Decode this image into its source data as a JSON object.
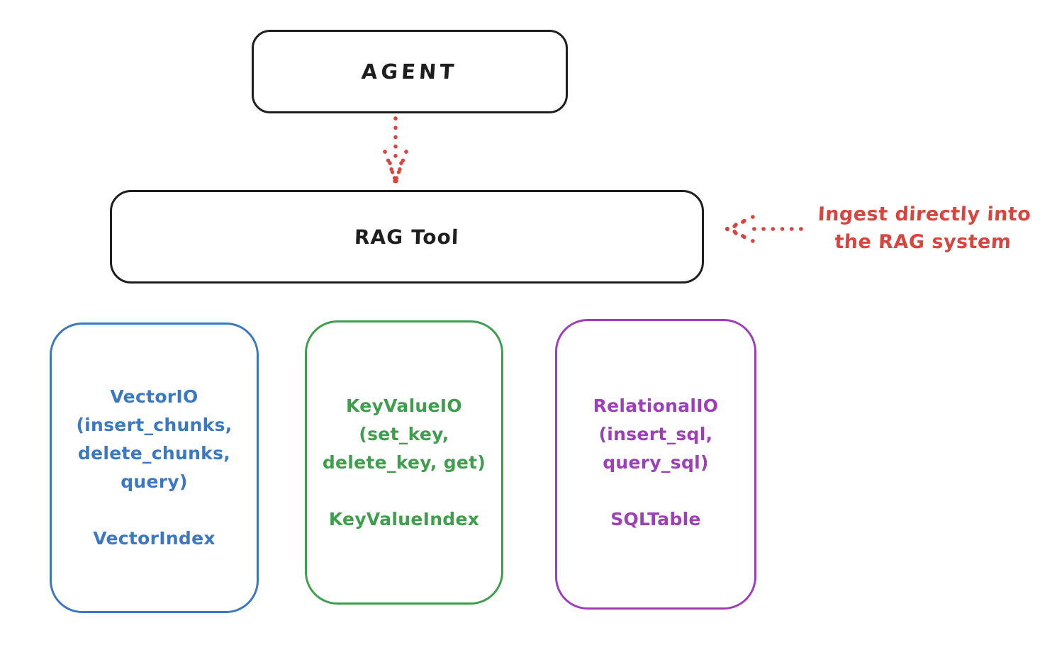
{
  "agent_box": {
    "label": "AGENT"
  },
  "rag_tool_box": {
    "label": "RAG Tool"
  },
  "annotation": {
    "line1": "Ingest directly into",
    "line2": "the RAG system"
  },
  "arrows": [
    {
      "name": "agent-to-rag-tool",
      "style": "dotted",
      "direction": "down",
      "color": "#d6453f"
    },
    {
      "name": "ingest-into-rag",
      "style": "dotted",
      "direction": "left",
      "color": "#d6453f"
    }
  ],
  "cards": [
    {
      "id": "vector-io",
      "color": "#3b78c2",
      "lines": [
        "VectorIO",
        "(insert_chunks,",
        "delete_chunks,",
        "query)"
      ],
      "footer": "VectorIndex"
    },
    {
      "id": "key-value-io",
      "color": "#3f9e4d",
      "lines": [
        "KeyValueIO",
        "(set_key,",
        "delete_key, get)"
      ],
      "footer": "KeyValueIndex"
    },
    {
      "id": "relational-io",
      "color": "#9d3fb8",
      "lines": [
        "RelationalIO",
        "(insert_sql,",
        "query_sql)"
      ],
      "footer": "SQLTable"
    }
  ],
  "colors": {
    "stroke": "#1e1e1e",
    "red": "#d6453f",
    "blue": "#3b78c2",
    "green": "#3f9e4d",
    "purple": "#9d3fb8"
  }
}
